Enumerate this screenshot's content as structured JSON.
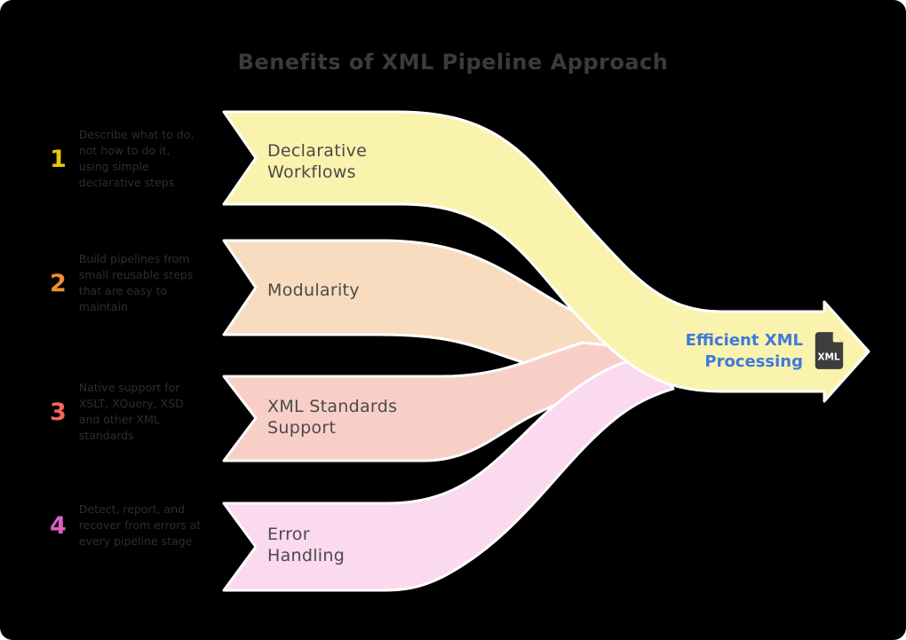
{
  "title": "Benefits of XML Pipeline Approach",
  "items": [
    {
      "number": "1",
      "color": "#e7c60a",
      "description": "Describe what to do, not how to do it, using simple declarative steps"
    },
    {
      "number": "2",
      "color": "#ef8f2f",
      "description": "Build pipelines from small reusable steps that are easy to maintain"
    },
    {
      "number": "3",
      "color": "#f2695c",
      "description": "Native support for XSLT, XQuery, XSD and other XML standards"
    },
    {
      "number": "4",
      "color": "#e05fc4",
      "description": "Detect, report, and recover from errors at every pipeline stage"
    }
  ],
  "bands": [
    {
      "label": "Declarative\nWorkflows",
      "fill": "#faf3ae"
    },
    {
      "label": "Modularity",
      "fill": "#f8dcc0"
    },
    {
      "label": "XML Standards\nSupport",
      "fill": "#f8cfc7"
    },
    {
      "label": "Error\nHandling",
      "fill": "#fbd9ee"
    }
  ],
  "output": {
    "label": "Efficient XML\nProcessing",
    "text_color": "#3f79d9",
    "icon": "xml-file-icon",
    "icon_text": "XML"
  }
}
